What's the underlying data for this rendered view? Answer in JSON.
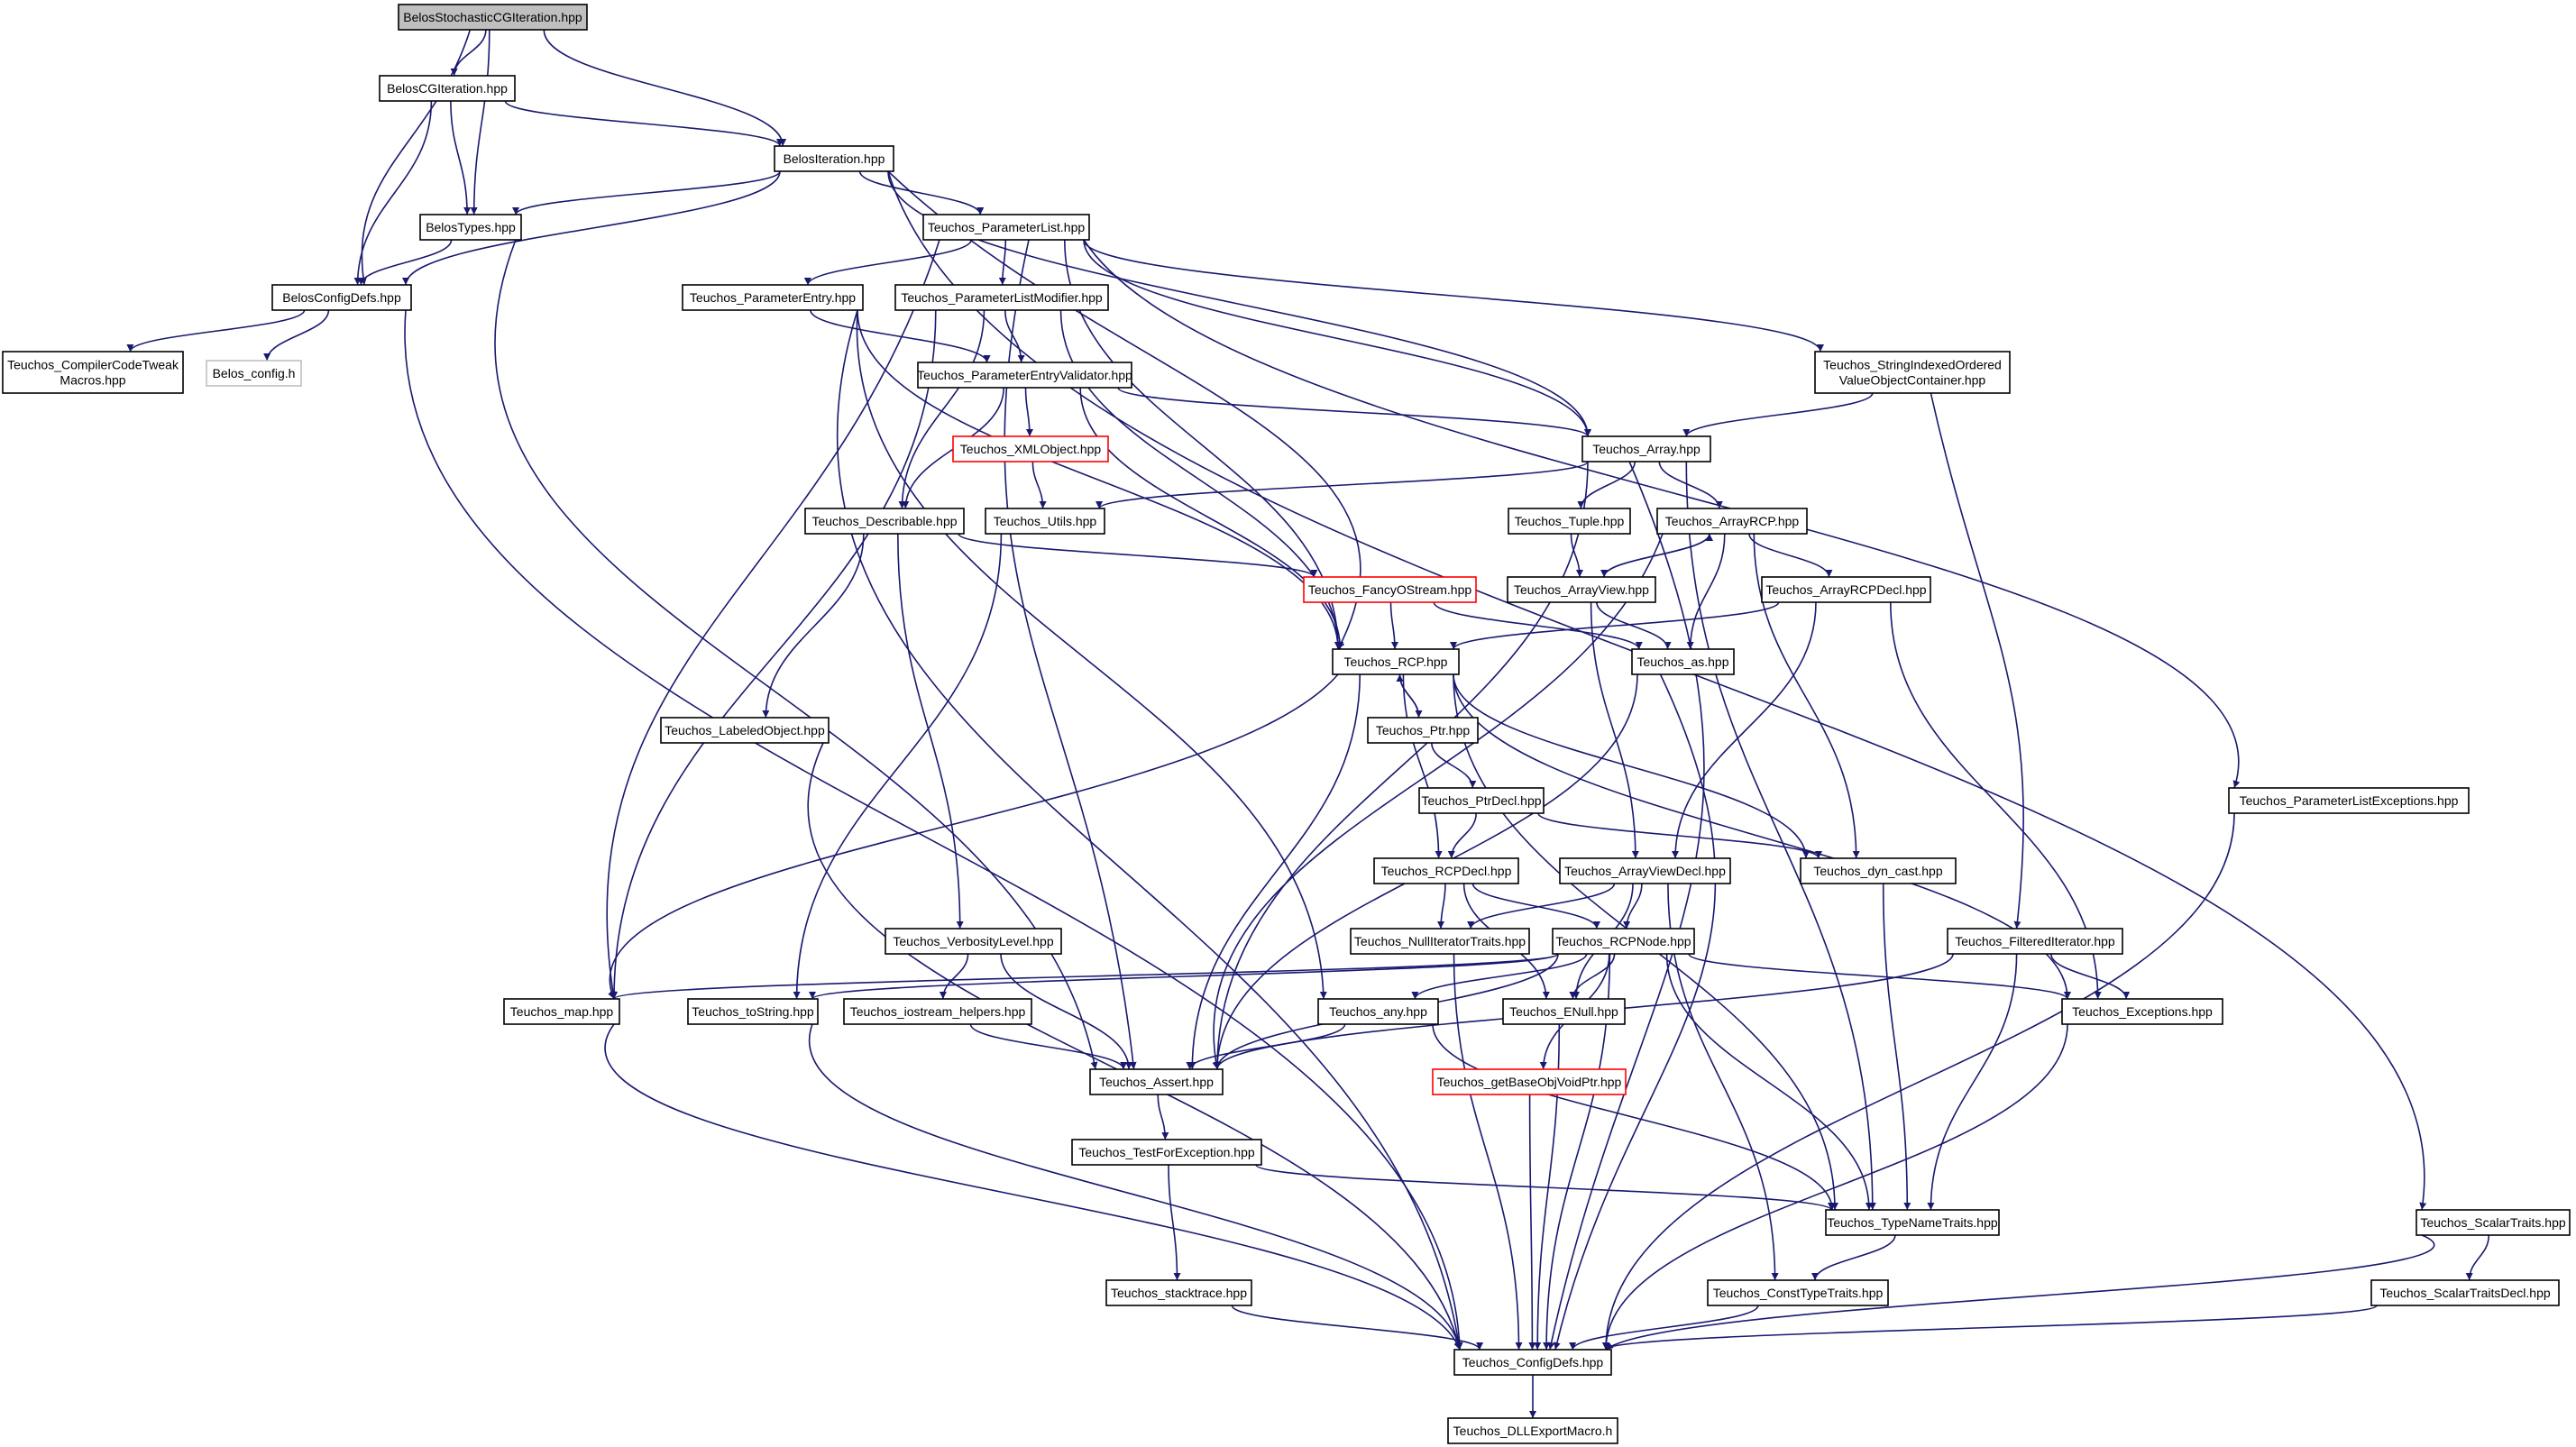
{
  "colors": {
    "edge": "#191970",
    "normal_border": "#000000",
    "missing_border": "#bfbfbf",
    "missing_text": "#4d4d4d",
    "incomplete_border": "#ff0000",
    "root_fill": "#bfbfbf",
    "node_fill": "#ffffff"
  },
  "nodes": [
    {
      "id": "n0",
      "lines": [
        "BelosStochasticCGIteration.hpp"
      ],
      "style": "root"
    },
    {
      "id": "n1",
      "lines": [
        "BelosCGIteration.hpp"
      ],
      "style": "normal"
    },
    {
      "id": "n2",
      "lines": [
        "BelosIteration.hpp"
      ],
      "style": "normal"
    },
    {
      "id": "n3",
      "lines": [
        "BelosTypes.hpp"
      ],
      "style": "normal"
    },
    {
      "id": "n4",
      "lines": [
        "Teuchos_ParameterList.hpp"
      ],
      "style": "normal"
    },
    {
      "id": "n5",
      "lines": [
        "BelosConfigDefs.hpp"
      ],
      "style": "normal"
    },
    {
      "id": "n6",
      "lines": [
        "Teuchos_ParameterEntry.hpp"
      ],
      "style": "normal"
    },
    {
      "id": "n7",
      "lines": [
        "Teuchos_ParameterListModifier.hpp"
      ],
      "style": "normal"
    },
    {
      "id": "n8",
      "lines": [
        "Teuchos_CompilerCodeTweak",
        "Macros.hpp"
      ],
      "style": "normal"
    },
    {
      "id": "n9",
      "lines": [
        "Belos_config.h"
      ],
      "style": "missing"
    },
    {
      "id": "n10",
      "lines": [
        "Teuchos_ParameterEntryValidator.hpp"
      ],
      "style": "normal"
    },
    {
      "id": "n11",
      "lines": [
        "Teuchos_StringIndexedOrdered",
        "ValueObjectContainer.hpp"
      ],
      "style": "normal"
    },
    {
      "id": "n12",
      "lines": [
        "Teuchos_XMLObject.hpp"
      ],
      "style": "incomplete"
    },
    {
      "id": "n13",
      "lines": [
        "Teuchos_Array.hpp"
      ],
      "style": "normal"
    },
    {
      "id": "n14",
      "lines": [
        "Teuchos_Describable.hpp"
      ],
      "style": "normal"
    },
    {
      "id": "n15",
      "lines": [
        "Teuchos_Utils.hpp"
      ],
      "style": "normal"
    },
    {
      "id": "n16",
      "lines": [
        "Teuchos_Tuple.hpp"
      ],
      "style": "normal"
    },
    {
      "id": "n17",
      "lines": [
        "Teuchos_ArrayRCP.hpp"
      ],
      "style": "normal"
    },
    {
      "id": "n18",
      "lines": [
        "Teuchos_FancyOStream.hpp"
      ],
      "style": "incomplete"
    },
    {
      "id": "n19",
      "lines": [
        "Teuchos_ArrayView.hpp"
      ],
      "style": "normal"
    },
    {
      "id": "n20",
      "lines": [
        "Teuchos_ArrayRCPDecl.hpp"
      ],
      "style": "normal"
    },
    {
      "id": "n21",
      "lines": [
        "Teuchos_RCP.hpp"
      ],
      "style": "normal"
    },
    {
      "id": "n22",
      "lines": [
        "Teuchos_as.hpp"
      ],
      "style": "normal"
    },
    {
      "id": "n23",
      "lines": [
        "Teuchos_LabeledObject.hpp"
      ],
      "style": "normal"
    },
    {
      "id": "n24",
      "lines": [
        "Teuchos_Ptr.hpp"
      ],
      "style": "normal"
    },
    {
      "id": "n25",
      "lines": [
        "Teuchos_PtrDecl.hpp"
      ],
      "style": "normal"
    },
    {
      "id": "n26",
      "lines": [
        "Teuchos_ParameterListExceptions.hpp"
      ],
      "style": "normal"
    },
    {
      "id": "n27",
      "lines": [
        "Teuchos_RCPDecl.hpp"
      ],
      "style": "normal"
    },
    {
      "id": "n28",
      "lines": [
        "Teuchos_ArrayViewDecl.hpp"
      ],
      "style": "normal"
    },
    {
      "id": "n29",
      "lines": [
        "Teuchos_dyn_cast.hpp"
      ],
      "style": "normal"
    },
    {
      "id": "n30",
      "lines": [
        "Teuchos_VerbosityLevel.hpp"
      ],
      "style": "normal"
    },
    {
      "id": "n31",
      "lines": [
        "Teuchos_NullIteratorTraits.hpp"
      ],
      "style": "normal"
    },
    {
      "id": "n32",
      "lines": [
        "Teuchos_RCPNode.hpp"
      ],
      "style": "normal"
    },
    {
      "id": "n33",
      "lines": [
        "Teuchos_FilteredIterator.hpp"
      ],
      "style": "normal"
    },
    {
      "id": "n34",
      "lines": [
        "Teuchos_map.hpp"
      ],
      "style": "normal"
    },
    {
      "id": "n35",
      "lines": [
        "Teuchos_toString.hpp"
      ],
      "style": "normal"
    },
    {
      "id": "n36",
      "lines": [
        "Teuchos_iostream_helpers.hpp"
      ],
      "style": "normal"
    },
    {
      "id": "n37",
      "lines": [
        "Teuchos_any.hpp"
      ],
      "style": "normal"
    },
    {
      "id": "n38",
      "lines": [
        "Teuchos_ENull.hpp"
      ],
      "style": "normal"
    },
    {
      "id": "n39",
      "lines": [
        "Teuchos_Exceptions.hpp"
      ],
      "style": "normal"
    },
    {
      "id": "n40",
      "lines": [
        "Teuchos_Assert.hpp"
      ],
      "style": "normal"
    },
    {
      "id": "n41",
      "lines": [
        "Teuchos_getBaseObjVoidPtr.hpp"
      ],
      "style": "incomplete"
    },
    {
      "id": "n42",
      "lines": [
        "Teuchos_TestForException.hpp"
      ],
      "style": "normal"
    },
    {
      "id": "n43",
      "lines": [
        "Teuchos_TypeNameTraits.hpp"
      ],
      "style": "normal"
    },
    {
      "id": "n44",
      "lines": [
        "Teuchos_ScalarTraits.hpp"
      ],
      "style": "normal"
    },
    {
      "id": "n45",
      "lines": [
        "Teuchos_stacktrace.hpp"
      ],
      "style": "normal"
    },
    {
      "id": "n46",
      "lines": [
        "Teuchos_ConstTypeTraits.hpp"
      ],
      "style": "normal"
    },
    {
      "id": "n47",
      "lines": [
        "Teuchos_ScalarTraitsDecl.hpp"
      ],
      "style": "normal"
    },
    {
      "id": "n48",
      "lines": [
        "Teuchos_ConfigDefs.hpp"
      ],
      "style": "normal"
    },
    {
      "id": "n49",
      "lines": [
        "Teuchos_DLLExportMacro.h"
      ],
      "style": "normal"
    }
  ],
  "edges": [
    [
      "n0",
      "n1"
    ],
    [
      "n0",
      "n2"
    ],
    [
      "n0",
      "n3"
    ],
    [
      "n0",
      "n5"
    ],
    [
      "n1",
      "n2"
    ],
    [
      "n1",
      "n3"
    ],
    [
      "n1",
      "n5"
    ],
    [
      "n2",
      "n3"
    ],
    [
      "n2",
      "n4"
    ],
    [
      "n2",
      "n5"
    ],
    [
      "n2",
      "n13"
    ],
    [
      "n2",
      "n21"
    ],
    [
      "n2",
      "n44"
    ],
    [
      "n3",
      "n5"
    ],
    [
      "n3",
      "n40"
    ],
    [
      "n4",
      "n6"
    ],
    [
      "n4",
      "n7"
    ],
    [
      "n4",
      "n11"
    ],
    [
      "n4",
      "n13"
    ],
    [
      "n4",
      "n21"
    ],
    [
      "n4",
      "n26"
    ],
    [
      "n4",
      "n34"
    ],
    [
      "n4",
      "n40"
    ],
    [
      "n5",
      "n8"
    ],
    [
      "n5",
      "n9"
    ],
    [
      "n5",
      "n48"
    ],
    [
      "n6",
      "n10"
    ],
    [
      "n6",
      "n21"
    ],
    [
      "n6",
      "n37"
    ],
    [
      "n6",
      "n48"
    ],
    [
      "n7",
      "n10"
    ],
    [
      "n7",
      "n14"
    ],
    [
      "n7",
      "n21"
    ],
    [
      "n7",
      "n34"
    ],
    [
      "n10",
      "n12"
    ],
    [
      "n10",
      "n13"
    ],
    [
      "n10",
      "n14"
    ],
    [
      "n10",
      "n21"
    ],
    [
      "n11",
      "n13"
    ],
    [
      "n11",
      "n33"
    ],
    [
      "n12",
      "n15"
    ],
    [
      "n13",
      "n15"
    ],
    [
      "n13",
      "n16"
    ],
    [
      "n13",
      "n17"
    ],
    [
      "n13",
      "n40"
    ],
    [
      "n13",
      "n43"
    ],
    [
      "n13",
      "n48"
    ],
    [
      "n14",
      "n18"
    ],
    [
      "n14",
      "n23"
    ],
    [
      "n14",
      "n30"
    ],
    [
      "n15",
      "n35"
    ],
    [
      "n16",
      "n19"
    ],
    [
      "n17",
      "n19"
    ],
    [
      "n17",
      "n20"
    ],
    [
      "n17",
      "n22"
    ],
    [
      "n17",
      "n29"
    ],
    [
      "n17",
      "n40"
    ],
    [
      "n18",
      "n21"
    ],
    [
      "n18",
      "n22"
    ],
    [
      "n19",
      "n17"
    ],
    [
      "n19",
      "n22"
    ],
    [
      "n19",
      "n28"
    ],
    [
      "n20",
      "n21"
    ],
    [
      "n20",
      "n28"
    ],
    [
      "n20",
      "n39"
    ],
    [
      "n21",
      "n24"
    ],
    [
      "n21",
      "n27"
    ],
    [
      "n21",
      "n29"
    ],
    [
      "n21",
      "n34"
    ],
    [
      "n21",
      "n39"
    ],
    [
      "n21",
      "n40"
    ],
    [
      "n21",
      "n43"
    ],
    [
      "n22",
      "n40"
    ],
    [
      "n22",
      "n48"
    ],
    [
      "n23",
      "n48"
    ],
    [
      "n24",
      "n21"
    ],
    [
      "n24",
      "n25"
    ],
    [
      "n25",
      "n27"
    ],
    [
      "n25",
      "n29"
    ],
    [
      "n26",
      "n48"
    ],
    [
      "n27",
      "n31"
    ],
    [
      "n27",
      "n32"
    ],
    [
      "n27",
      "n38"
    ],
    [
      "n28",
      "n31"
    ],
    [
      "n28",
      "n32"
    ],
    [
      "n28",
      "n38"
    ],
    [
      "n28",
      "n46"
    ],
    [
      "n29",
      "n43"
    ],
    [
      "n30",
      "n36"
    ],
    [
      "n30",
      "n40"
    ],
    [
      "n31",
      "n48"
    ],
    [
      "n32",
      "n34"
    ],
    [
      "n32",
      "n35"
    ],
    [
      "n32",
      "n37"
    ],
    [
      "n32",
      "n38"
    ],
    [
      "n32",
      "n39"
    ],
    [
      "n32",
      "n40"
    ],
    [
      "n32",
      "n41"
    ],
    [
      "n32",
      "n43"
    ],
    [
      "n32",
      "n48"
    ],
    [
      "n33",
      "n39"
    ],
    [
      "n33",
      "n40"
    ],
    [
      "n33",
      "n43"
    ],
    [
      "n34",
      "n48"
    ],
    [
      "n35",
      "n48"
    ],
    [
      "n36",
      "n40"
    ],
    [
      "n37",
      "n40"
    ],
    [
      "n37",
      "n43"
    ],
    [
      "n38",
      "n48"
    ],
    [
      "n39",
      "n48"
    ],
    [
      "n40",
      "n42"
    ],
    [
      "n41",
      "n48"
    ],
    [
      "n42",
      "n43"
    ],
    [
      "n42",
      "n45"
    ],
    [
      "n43",
      "n46"
    ],
    [
      "n44",
      "n47"
    ],
    [
      "n44",
      "n48"
    ],
    [
      "n45",
      "n48"
    ],
    [
      "n46",
      "n48"
    ],
    [
      "n47",
      "n48"
    ],
    [
      "n48",
      "n49"
    ]
  ]
}
